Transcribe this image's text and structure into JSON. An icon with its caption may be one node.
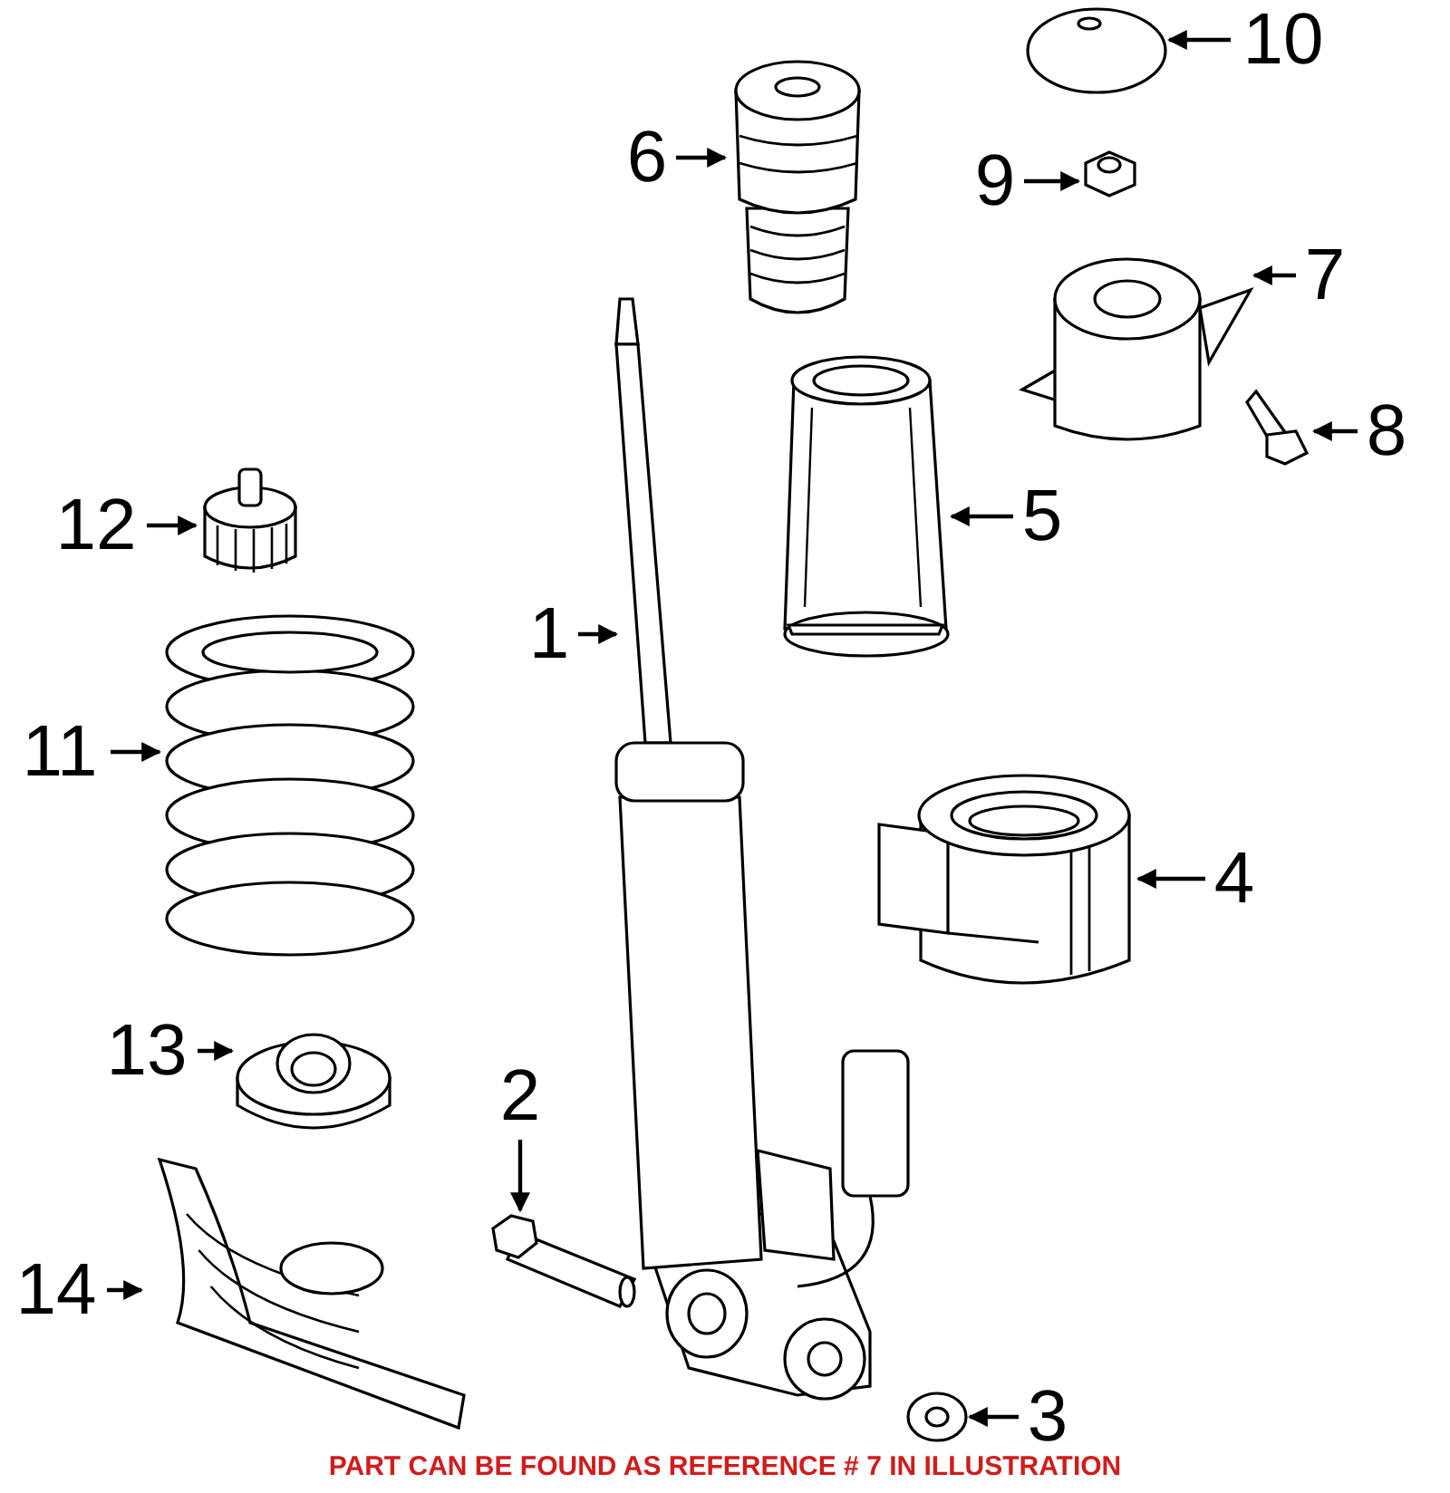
{
  "diagram": {
    "nodes": [
      {
        "text": [
          "1"
        ]
      },
      {
        "text": [
          "2"
        ]
      },
      {
        "text": [
          "3"
        ]
      },
      {
        "text": [
          "4"
        ]
      },
      {
        "text": [
          "5"
        ]
      },
      {
        "text": [
          "6"
        ]
      },
      {
        "text": [
          "7"
        ]
      },
      {
        "text": [
          "8"
        ]
      },
      {
        "text": [
          "9"
        ]
      },
      {
        "text": [
          "10"
        ]
      },
      {
        "text": [
          "11"
        ]
      },
      {
        "text": [
          "12"
        ]
      },
      {
        "text": [
          "13"
        ]
      },
      {
        "text": [
          "14"
        ]
      },
      {
        "text": [],
        "shape": "picture"
      },
      {
        "text": [],
        "shape": "picture"
      },
      {
        "text": [],
        "shape": "picture"
      },
      {
        "text": [],
        "shape": "picture"
      },
      {
        "text": [],
        "shape": "picture"
      },
      {
        "text": [],
        "shape": "picture"
      },
      {
        "text": [],
        "shape": "picture"
      },
      {
        "text": [],
        "shape": "picture"
      },
      {
        "text": [],
        "shape": "picture"
      },
      {
        "text": [],
        "shape": "picture"
      },
      {
        "text": [],
        "shape": "picture"
      },
      {
        "text": [],
        "shape": "picture"
      },
      {
        "text": [],
        "shape": "picture"
      },
      {
        "text": [],
        "shape": "picture"
      }
    ],
    "edges": [
      {
        "from": 0,
        "to": 14,
        "arrow": "to"
      },
      {
        "from": 1,
        "to": 15,
        "arrow": "to"
      },
      {
        "from": 2,
        "to": 16,
        "arrow": "to"
      },
      {
        "from": 3,
        "to": 17,
        "arrow": "to"
      },
      {
        "from": 4,
        "to": 18,
        "arrow": "to"
      },
      {
        "from": 5,
        "to": 19,
        "arrow": "to"
      },
      {
        "from": 6,
        "to": 20,
        "arrow": "to"
      },
      {
        "from": 7,
        "to": 21,
        "arrow": "to"
      },
      {
        "from": 8,
        "to": 22,
        "arrow": "to"
      },
      {
        "from": 9,
        "to": 23,
        "arrow": "to"
      },
      {
        "from": 10,
        "to": 24,
        "arrow": "to"
      },
      {
        "from": 11,
        "to": 25,
        "arrow": "to"
      },
      {
        "from": 12,
        "to": 26,
        "arrow": "to"
      },
      {
        "from": 13,
        "to": 27,
        "arrow": "to"
      }
    ],
    "labels": [
      "PART CAN BE FOUND AS REFERENCE # 7 IN ILLUSTRATION"
    ]
  }
}
